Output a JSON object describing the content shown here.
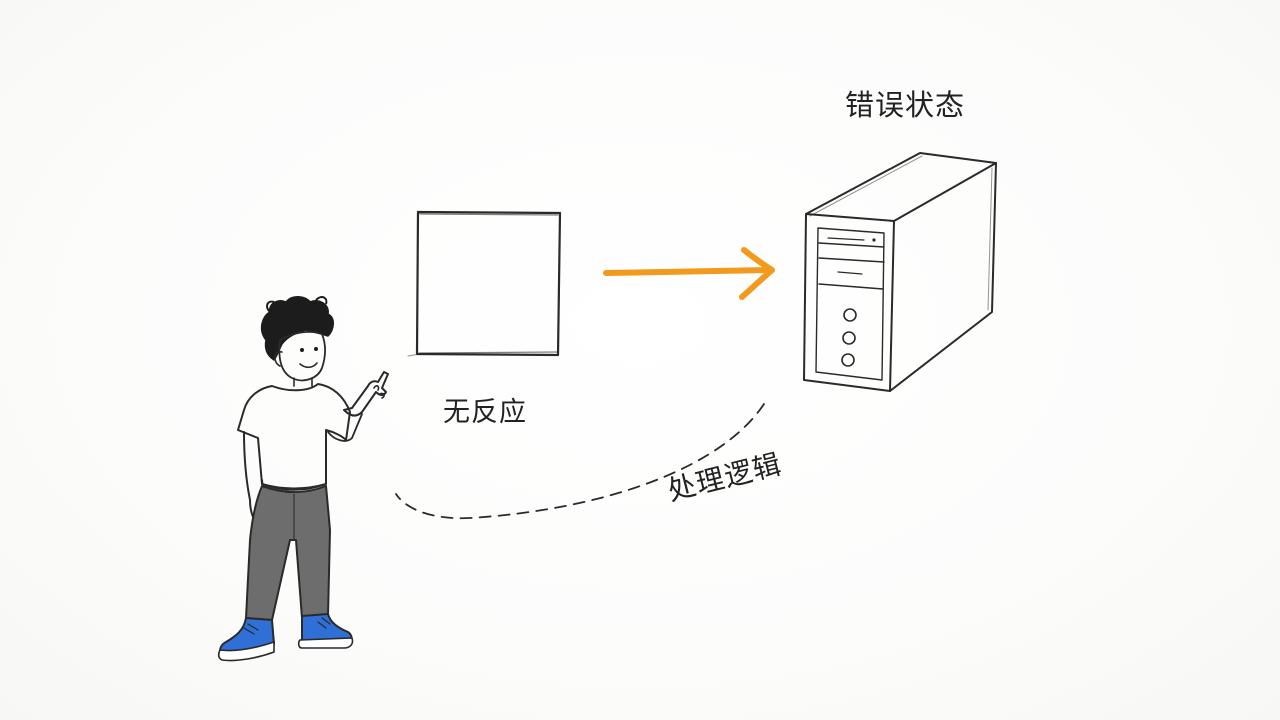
{
  "labels": {
    "error_state": "错误状态",
    "no_response": "无反应",
    "handling_logic": "处理逻辑"
  },
  "colors": {
    "arrow": "#f39a1e",
    "shoes": "#2f6fd6",
    "pants": "#6d6d6d",
    "ink": "#2a2a2a"
  },
  "icons": {
    "server": "server-tower-icon",
    "screen": "empty-screen-box",
    "person": "pointing-person-illustration"
  }
}
